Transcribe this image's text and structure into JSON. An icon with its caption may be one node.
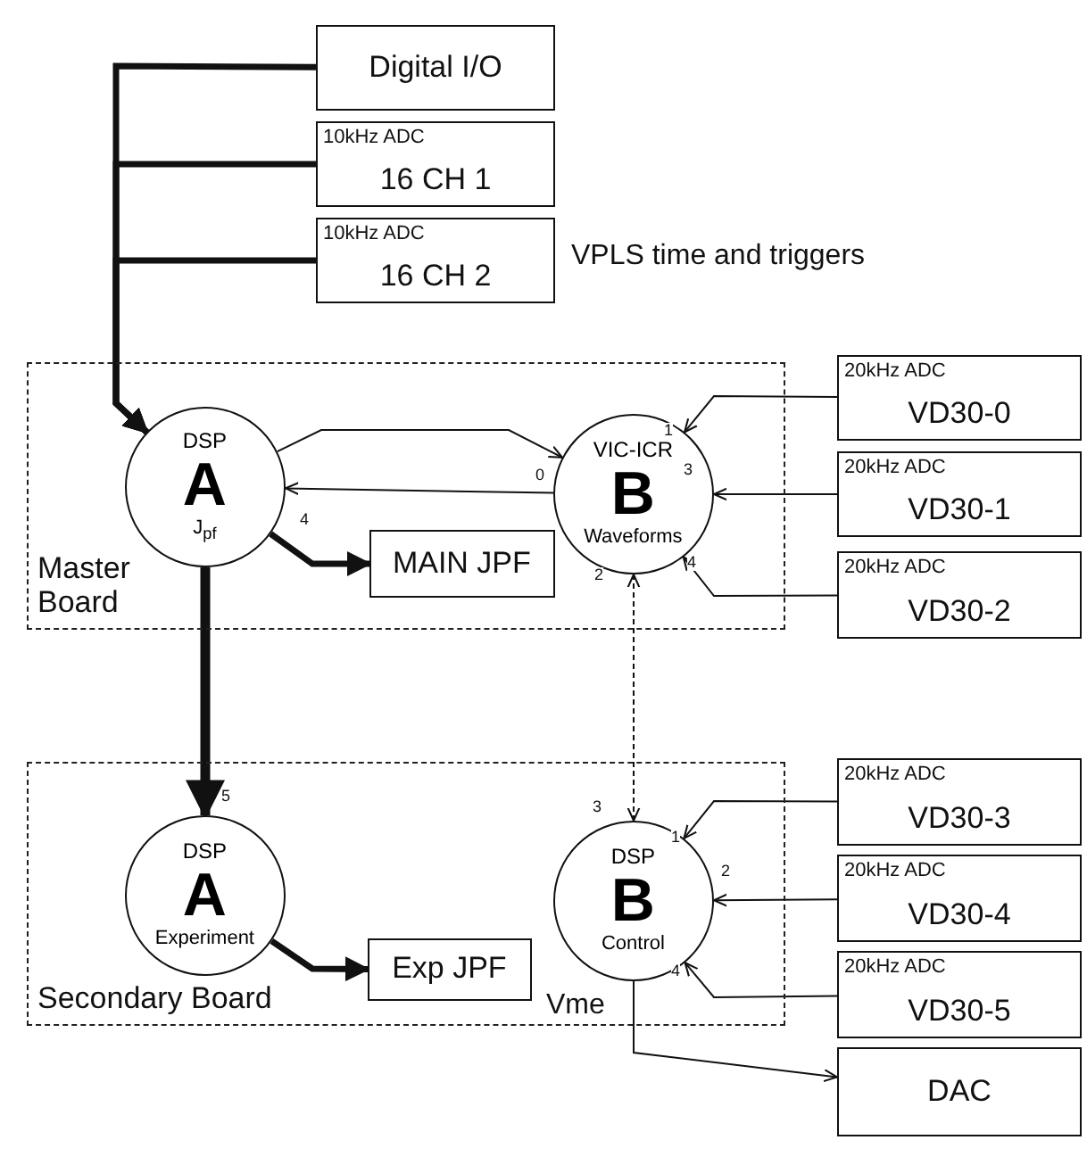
{
  "diagram": {
    "nodes": [
      {
        "text": [
          "Digital I/O"
        ]
      },
      {
        "text": [
          "10kHz ADC",
          "16 CH 1"
        ]
      },
      {
        "text": [
          "10kHz ADC",
          "16 CH 2"
        ]
      },
      {
        "text": [
          "Master Board"
        ]
      },
      {
        "text": [
          "DSP",
          "A",
          "J$_{pf}$"
        ],
        "in": 3
      },
      {
        "text": [
          "VIC-ICR",
          "B",
          "Waveforms"
        ],
        "in": 3
      },
      {
        "text": [
          "MAIN JPF"
        ],
        "in": 3
      },
      {
        "text": [
          "20kHz ADC",
          "VD30-0"
        ]
      },
      {
        "text": [
          "20kHz ADC",
          "VD30-1"
        ]
      },
      {
        "text": [
          "20kHz ADC",
          "VD30-2"
        ]
      },
      {
        "text": [
          "Secondary Board"
        ]
      },
      {
        "text": [
          "DSP",
          "A",
          "Experiment"
        ],
        "in": 10
      },
      {
        "text": [
          "DSP",
          "B",
          "Control"
        ],
        "in": 10
      },
      {
        "text": [
          "Exp JPF"
        ],
        "in": 10
      },
      {
        "text": [
          "20kHz ADC",
          "VD30-3"
        ]
      },
      {
        "text": [
          "20kHz ADC",
          "VD30-4"
        ]
      },
      {
        "text": [
          "20kHz ADC",
          "VD30-5"
        ]
      },
      {
        "text": [
          "DAC"
        ]
      }
    ],
    "edges": [
      {
        "from": 0,
        "to": 4,
        "arrow": "to",
        "style": "thick"
      },
      {
        "from": 1,
        "to": 4,
        "arrow": "to",
        "style": "thick"
      },
      {
        "from": 2,
        "to": 4,
        "arrow": "to",
        "style": "thick"
      },
      {
        "from": 4,
        "to": 5,
        "arrow": "to"
      },
      {
        "from": 5,
        "to": 4,
        "arrow": "to"
      },
      {
        "from": 7,
        "to": 5,
        "arrow": "to"
      },
      {
        "from": 8,
        "to": 5,
        "arrow": "to"
      },
      {
        "from": 9,
        "to": 5,
        "arrow": "to"
      },
      {
        "from": 4,
        "to": 6,
        "arrow": "to",
        "style": "thick"
      },
      {
        "from": 4,
        "to": 11,
        "arrow": "to",
        "style": "thick"
      },
      {
        "from": 5,
        "to": 12,
        "arrow": "both",
        "style": "dashed"
      },
      {
        "from": 14,
        "to": 12,
        "arrow": "to"
      },
      {
        "from": 15,
        "to": 12,
        "arrow": "to"
      },
      {
        "from": 16,
        "to": 12,
        "arrow": "to"
      },
      {
        "from": 11,
        "to": 13,
        "arrow": "to",
        "style": "thick"
      },
      {
        "from": 12,
        "to": 17,
        "arrow": "to"
      }
    ],
    "labels": [
      "VPLS time and triggers",
      "1",
      "0",
      "3",
      "4",
      "4",
      "2",
      "5",
      "3",
      "1",
      "2",
      "4",
      "Vme"
    ]
  }
}
